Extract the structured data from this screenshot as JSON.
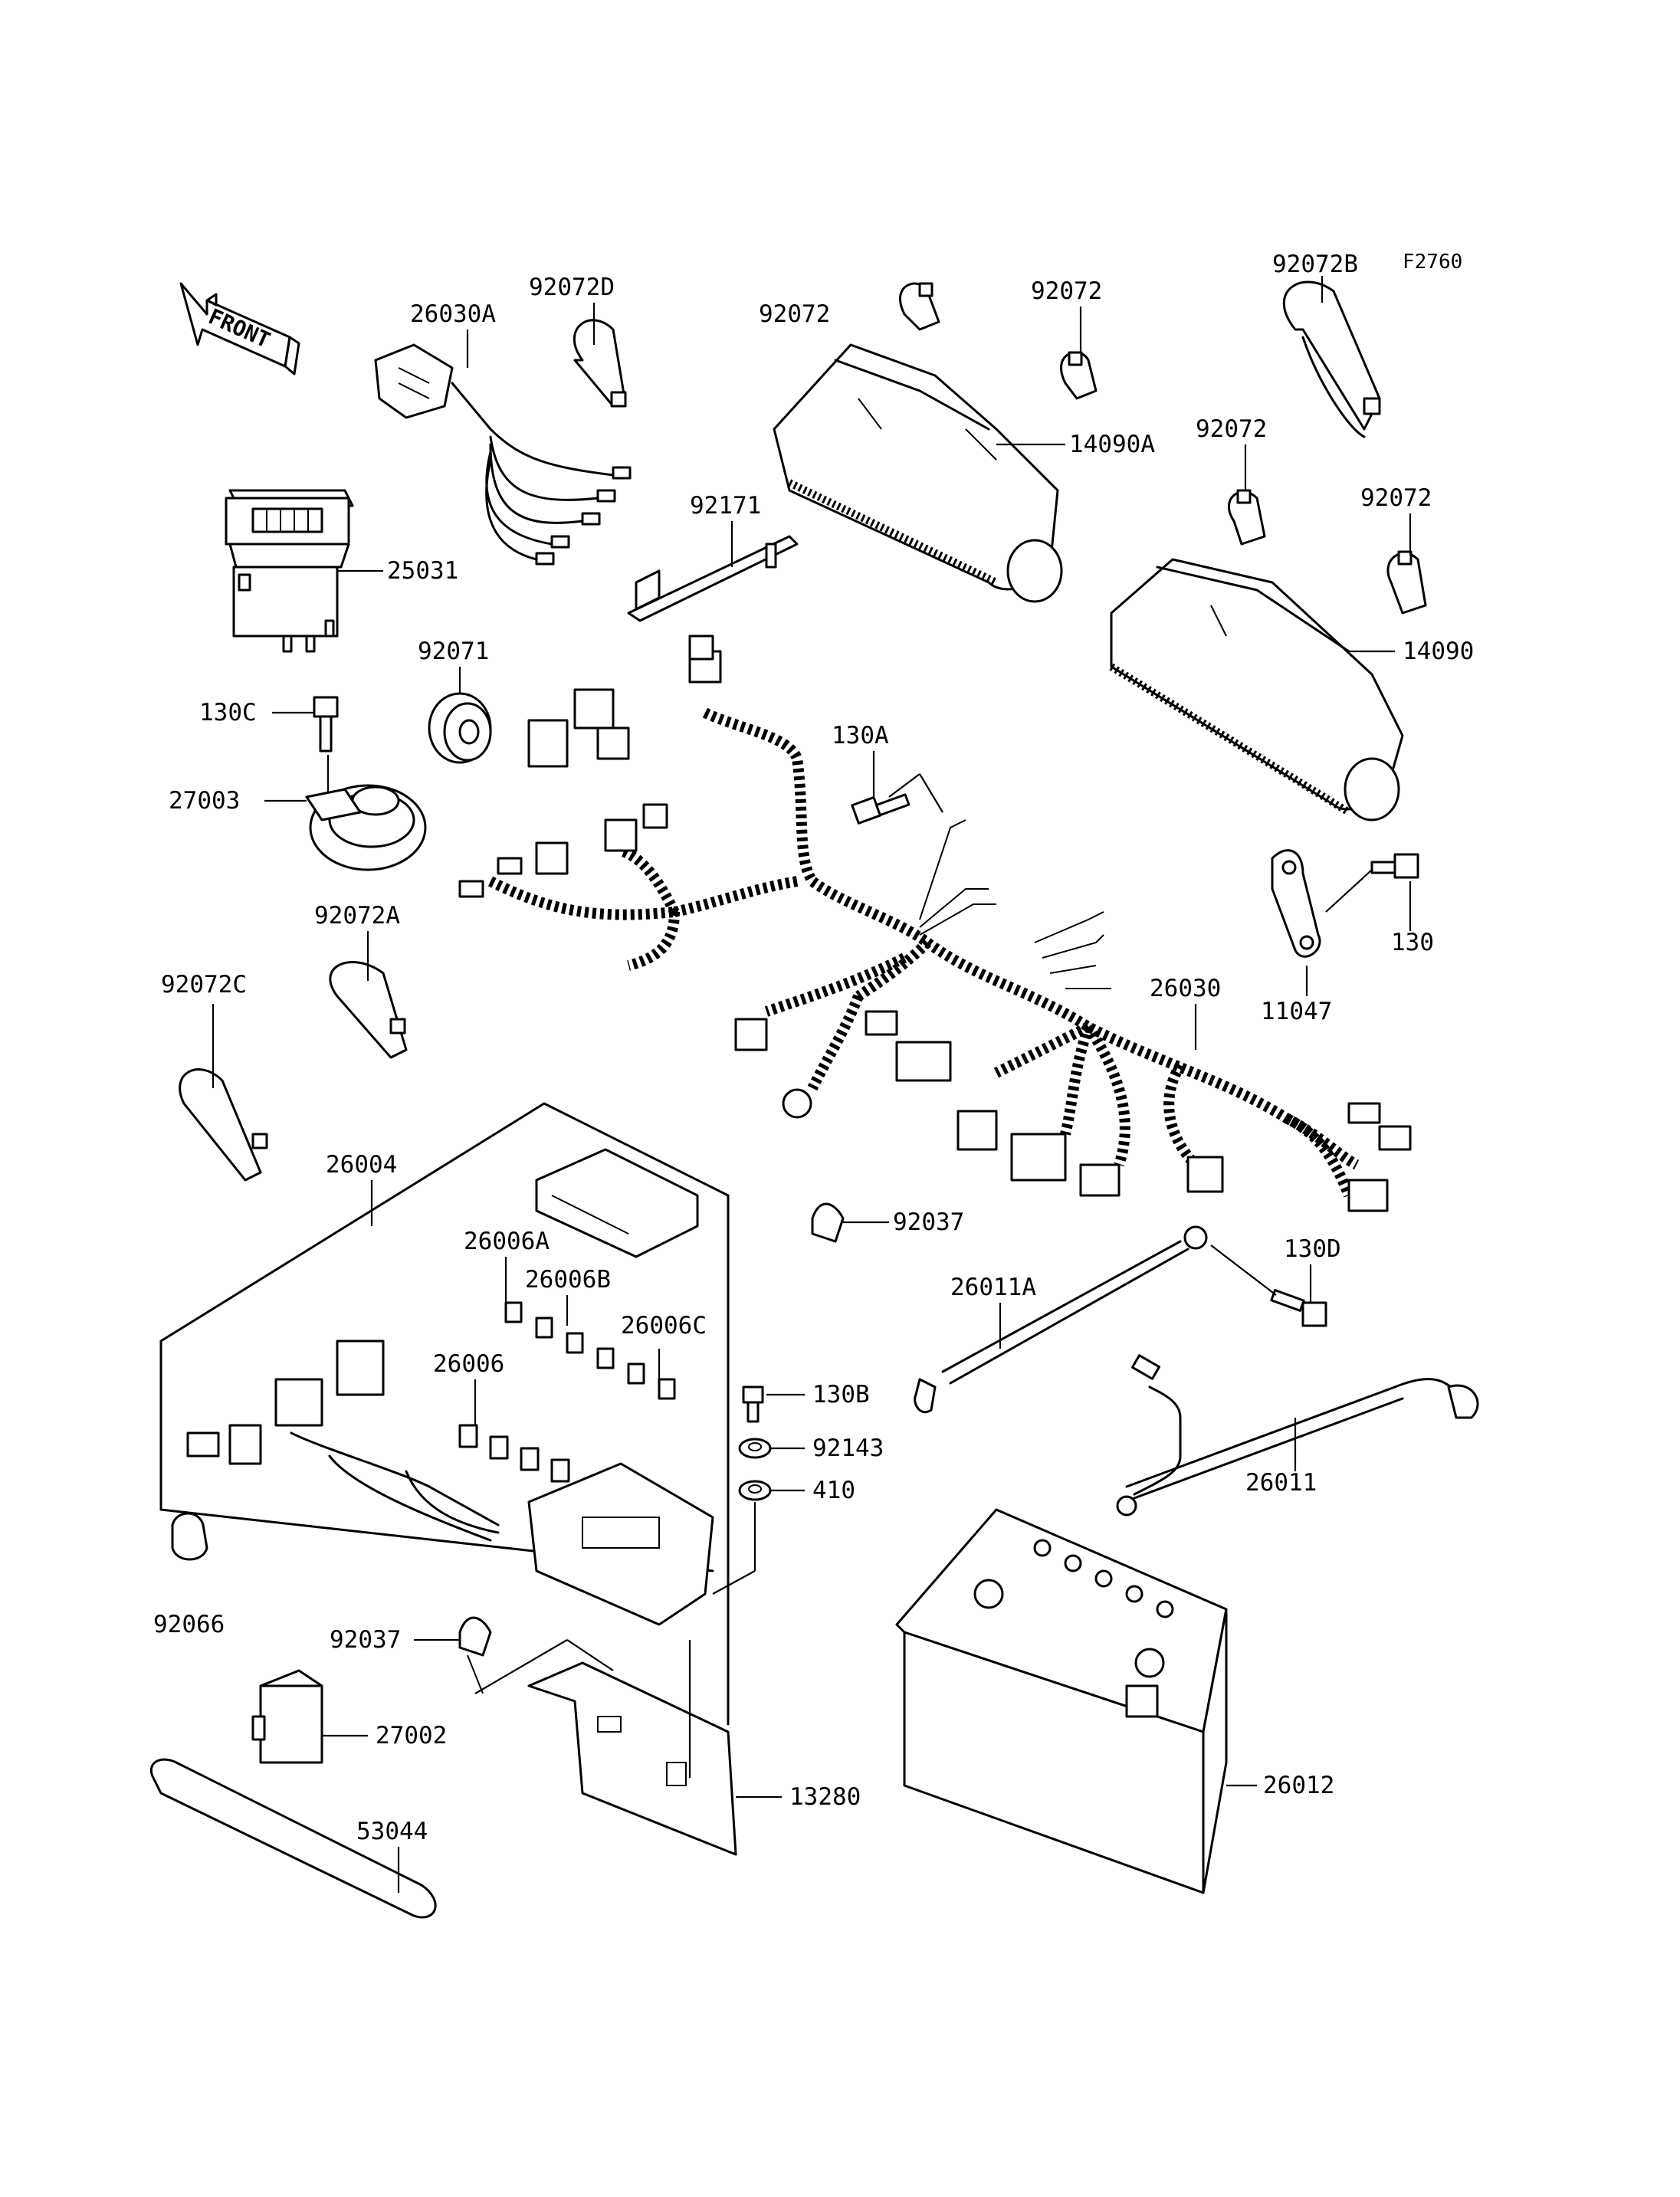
{
  "diagram": {
    "figure_code": "F2760",
    "front_arrow_label": "FRONT",
    "labels": {
      "p_92072D": "92072D",
      "p_92072_top1": "92072",
      "p_92072_top2": "92072",
      "p_92072B": "92072B",
      "p_26030A": "26030A",
      "p_14090A": "14090A",
      "p_92072_mid1": "92072",
      "p_92072_mid2": "92072",
      "p_92171": "92171",
      "p_25031": "25031",
      "p_14090": "14090",
      "p_92071": "92071",
      "p_130C": "130C",
      "p_130A": "130A",
      "p_27003": "27003",
      "p_130": "130",
      "p_92072A": "92072A",
      "p_92072C": "92072C",
      "p_11047": "11047",
      "p_26030": "26030",
      "p_26004": "26004",
      "p_92037_right": "92037",
      "p_26006A": "26006A",
      "p_26006B": "26006B",
      "p_130D": "130D",
      "p_26011A": "26011A",
      "p_26006C": "26006C",
      "p_26006": "26006",
      "p_130B": "130B",
      "p_92143": "92143",
      "p_410": "410",
      "p_26011": "26011",
      "p_92066": "92066",
      "p_92037_left": "92037",
      "p_27002": "27002",
      "p_13280": "13280",
      "p_26012": "26012",
      "p_53044": "53044"
    }
  }
}
